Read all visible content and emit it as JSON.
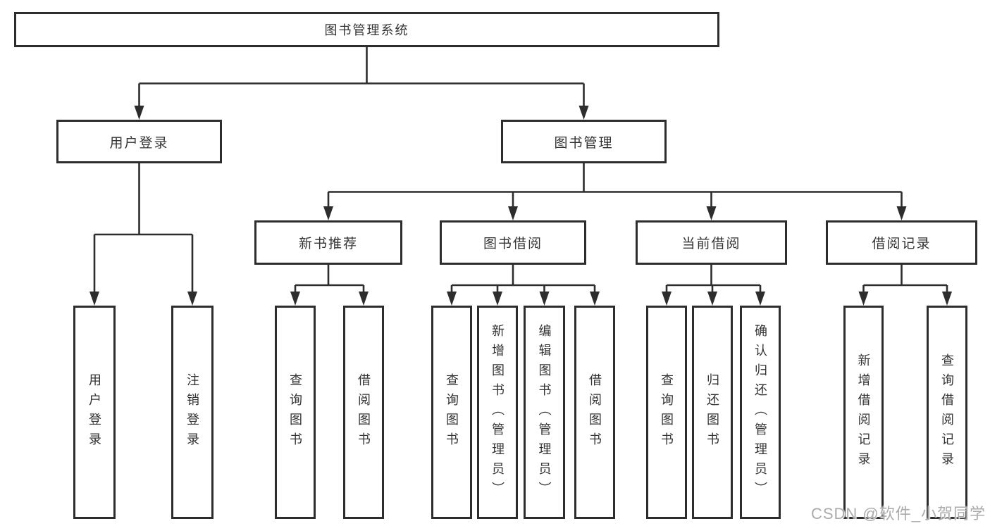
{
  "diagram": {
    "watermark": "CSDN @软件_小贺同学",
    "colors": {
      "line": "#2d2d2d",
      "box_border": "#2d2d2d",
      "text": "#333333",
      "watermark": "#a4a4a4",
      "background": "#ffffff"
    },
    "nodes": {
      "root": {
        "label": "图书管理系统"
      },
      "user_login": {
        "label": "用户登录"
      },
      "book_mgmt": {
        "label": "图书管理"
      },
      "new_book_rec": {
        "label": "新书推荐"
      },
      "book_borrow": {
        "label": "图书借阅"
      },
      "current_borrow": {
        "label": "当前借阅"
      },
      "borrow_record": {
        "label": "借阅记录"
      },
      "leaf_user_login": {
        "label": "用户登录"
      },
      "leaf_logout": {
        "label": "注销登录"
      },
      "leaf_query_book_1": {
        "label": "查询图书"
      },
      "leaf_borrow_book_1": {
        "label": "借阅图书"
      },
      "leaf_query_book_2": {
        "label": "查询图书"
      },
      "leaf_add_book": {
        "label": "新增图书（管理员）"
      },
      "leaf_edit_book": {
        "label": "编辑图书（管理员）"
      },
      "leaf_borrow_book_2": {
        "label": "借阅图书"
      },
      "leaf_query_book_3": {
        "label": "查询图书"
      },
      "leaf_return_book": {
        "label": "归还图书"
      },
      "leaf_confirm_return": {
        "label": "确认归还（管理员）"
      },
      "leaf_add_borrow_record": {
        "label": "新增借阅记录"
      },
      "leaf_query_borrow_record": {
        "label": "查询借阅记录"
      }
    },
    "edges": [
      {
        "from": "root",
        "to": [
          "user_login",
          "book_mgmt"
        ]
      },
      {
        "from": "user_login",
        "to": [
          "leaf_user_login",
          "leaf_logout"
        ]
      },
      {
        "from": "book_mgmt",
        "to": [
          "new_book_rec",
          "book_borrow",
          "current_borrow",
          "borrow_record"
        ]
      },
      {
        "from": "new_book_rec",
        "to": [
          "leaf_query_book_1",
          "leaf_borrow_book_1"
        ]
      },
      {
        "from": "book_borrow",
        "to": [
          "leaf_query_book_2",
          "leaf_add_book",
          "leaf_edit_book",
          "leaf_borrow_book_2"
        ]
      },
      {
        "from": "current_borrow",
        "to": [
          "leaf_query_book_3",
          "leaf_return_book",
          "leaf_confirm_return"
        ]
      },
      {
        "from": "borrow_record",
        "to": [
          "leaf_add_borrow_record",
          "leaf_query_borrow_record"
        ]
      }
    ]
  }
}
